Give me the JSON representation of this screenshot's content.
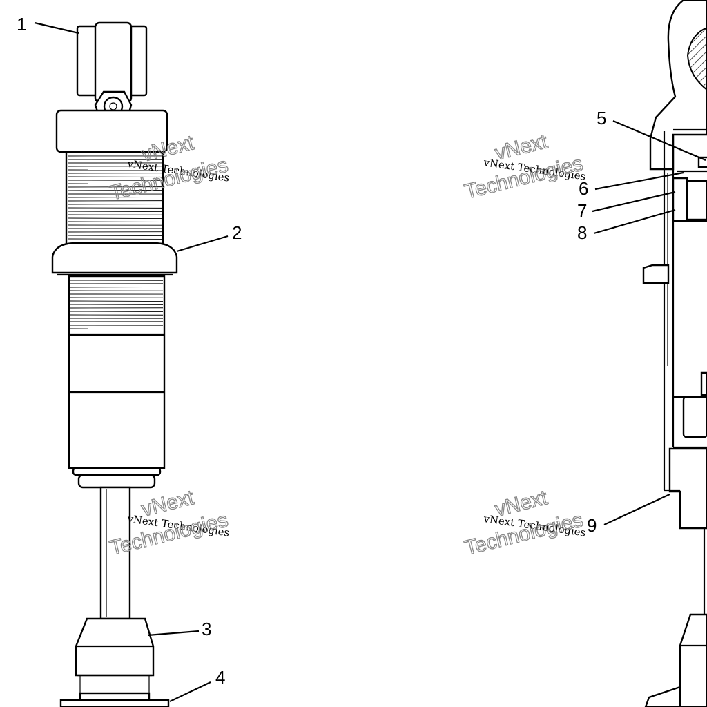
{
  "callouts": [
    {
      "id": "1",
      "label": "1"
    },
    {
      "id": "2",
      "label": "2"
    },
    {
      "id": "3",
      "label": "3"
    },
    {
      "id": "4",
      "label": "4"
    },
    {
      "id": "5",
      "label": "5"
    },
    {
      "id": "6",
      "label": "6"
    },
    {
      "id": "7",
      "label": "7"
    },
    {
      "id": "8",
      "label": "8"
    },
    {
      "id": "9",
      "label": "9"
    }
  ],
  "watermark": {
    "line1": "vNext",
    "line2": "vNext Technologies",
    "line3": "Technologies"
  }
}
